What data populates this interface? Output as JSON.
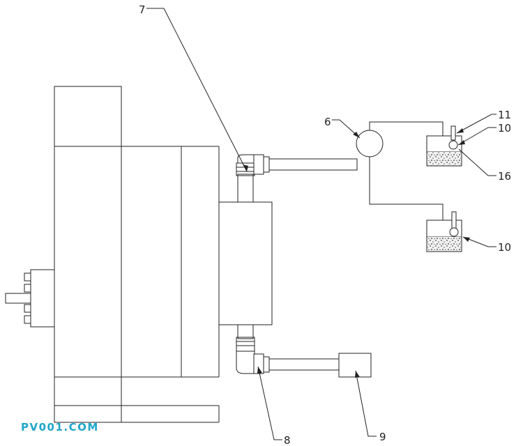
{
  "labels": {
    "l7": "7",
    "l6": "6",
    "l11": "11",
    "l10a": "10",
    "l16": "16",
    "l10b": "10",
    "l8": "8",
    "l9": "9"
  },
  "watermark": {
    "text": "PV001.COM",
    "color": "#1fa6c8"
  }
}
